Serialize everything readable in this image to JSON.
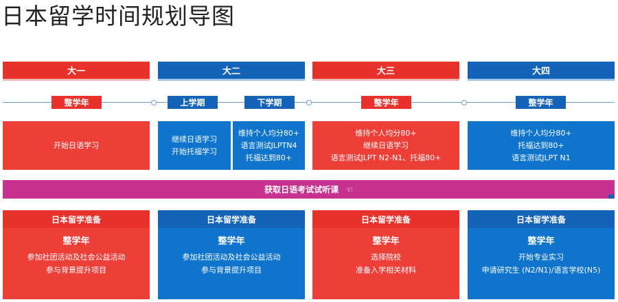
{
  "title": "日本留学时间规划导图",
  "years": [
    "大一",
    "大二",
    "大三",
    "大四"
  ],
  "terms": {
    "y1": "整学年",
    "y2a": "上学期",
    "y2b": "下学期",
    "y3": "整学年",
    "y4": "整学年"
  },
  "boxes": {
    "y1": [
      "开始日语学习"
    ],
    "y2a": [
      "继续日语学习",
      "开始托福学习"
    ],
    "y2b": [
      "维持个人均分80+",
      "语言测试JLPTN4",
      "托福达到80+"
    ],
    "y3": [
      "维持个人均分80+",
      "继续日语学习",
      "语言测试JLPT N2-N1、托福80+"
    ],
    "y4": [
      "维持个人均分80+",
      "托福达到80+",
      "语言测试JLPT N1"
    ]
  },
  "banner": {
    "label": "获取日语考试试听课",
    "icon": "hand-pointer-icon",
    "icon_glyph": "☜"
  },
  "prep": [
    {
      "heading": "日本留学准备",
      "period": "整学年",
      "lines": [
        "参加社团活动及社会公益活动",
        "参与背景提升项目"
      ]
    },
    {
      "heading": "日本留学准备",
      "period": "整学年",
      "lines": [
        "参加社团活动及社会公益活动",
        "参与背景提升项目"
      ]
    },
    {
      "heading": "日本留学准备",
      "period": "整学年",
      "lines": [
        "选择院校",
        "准备入学相关材料"
      ]
    },
    {
      "heading": "日本留学准备",
      "period": "整学年",
      "lines": [
        "开始专业实习",
        "申请研究生 (N2/N1)/语言学校(N5)"
      ]
    }
  ],
  "colors": {
    "red": "#ee3e38",
    "blue": "#0e74cc",
    "banner": "#c7318f"
  }
}
